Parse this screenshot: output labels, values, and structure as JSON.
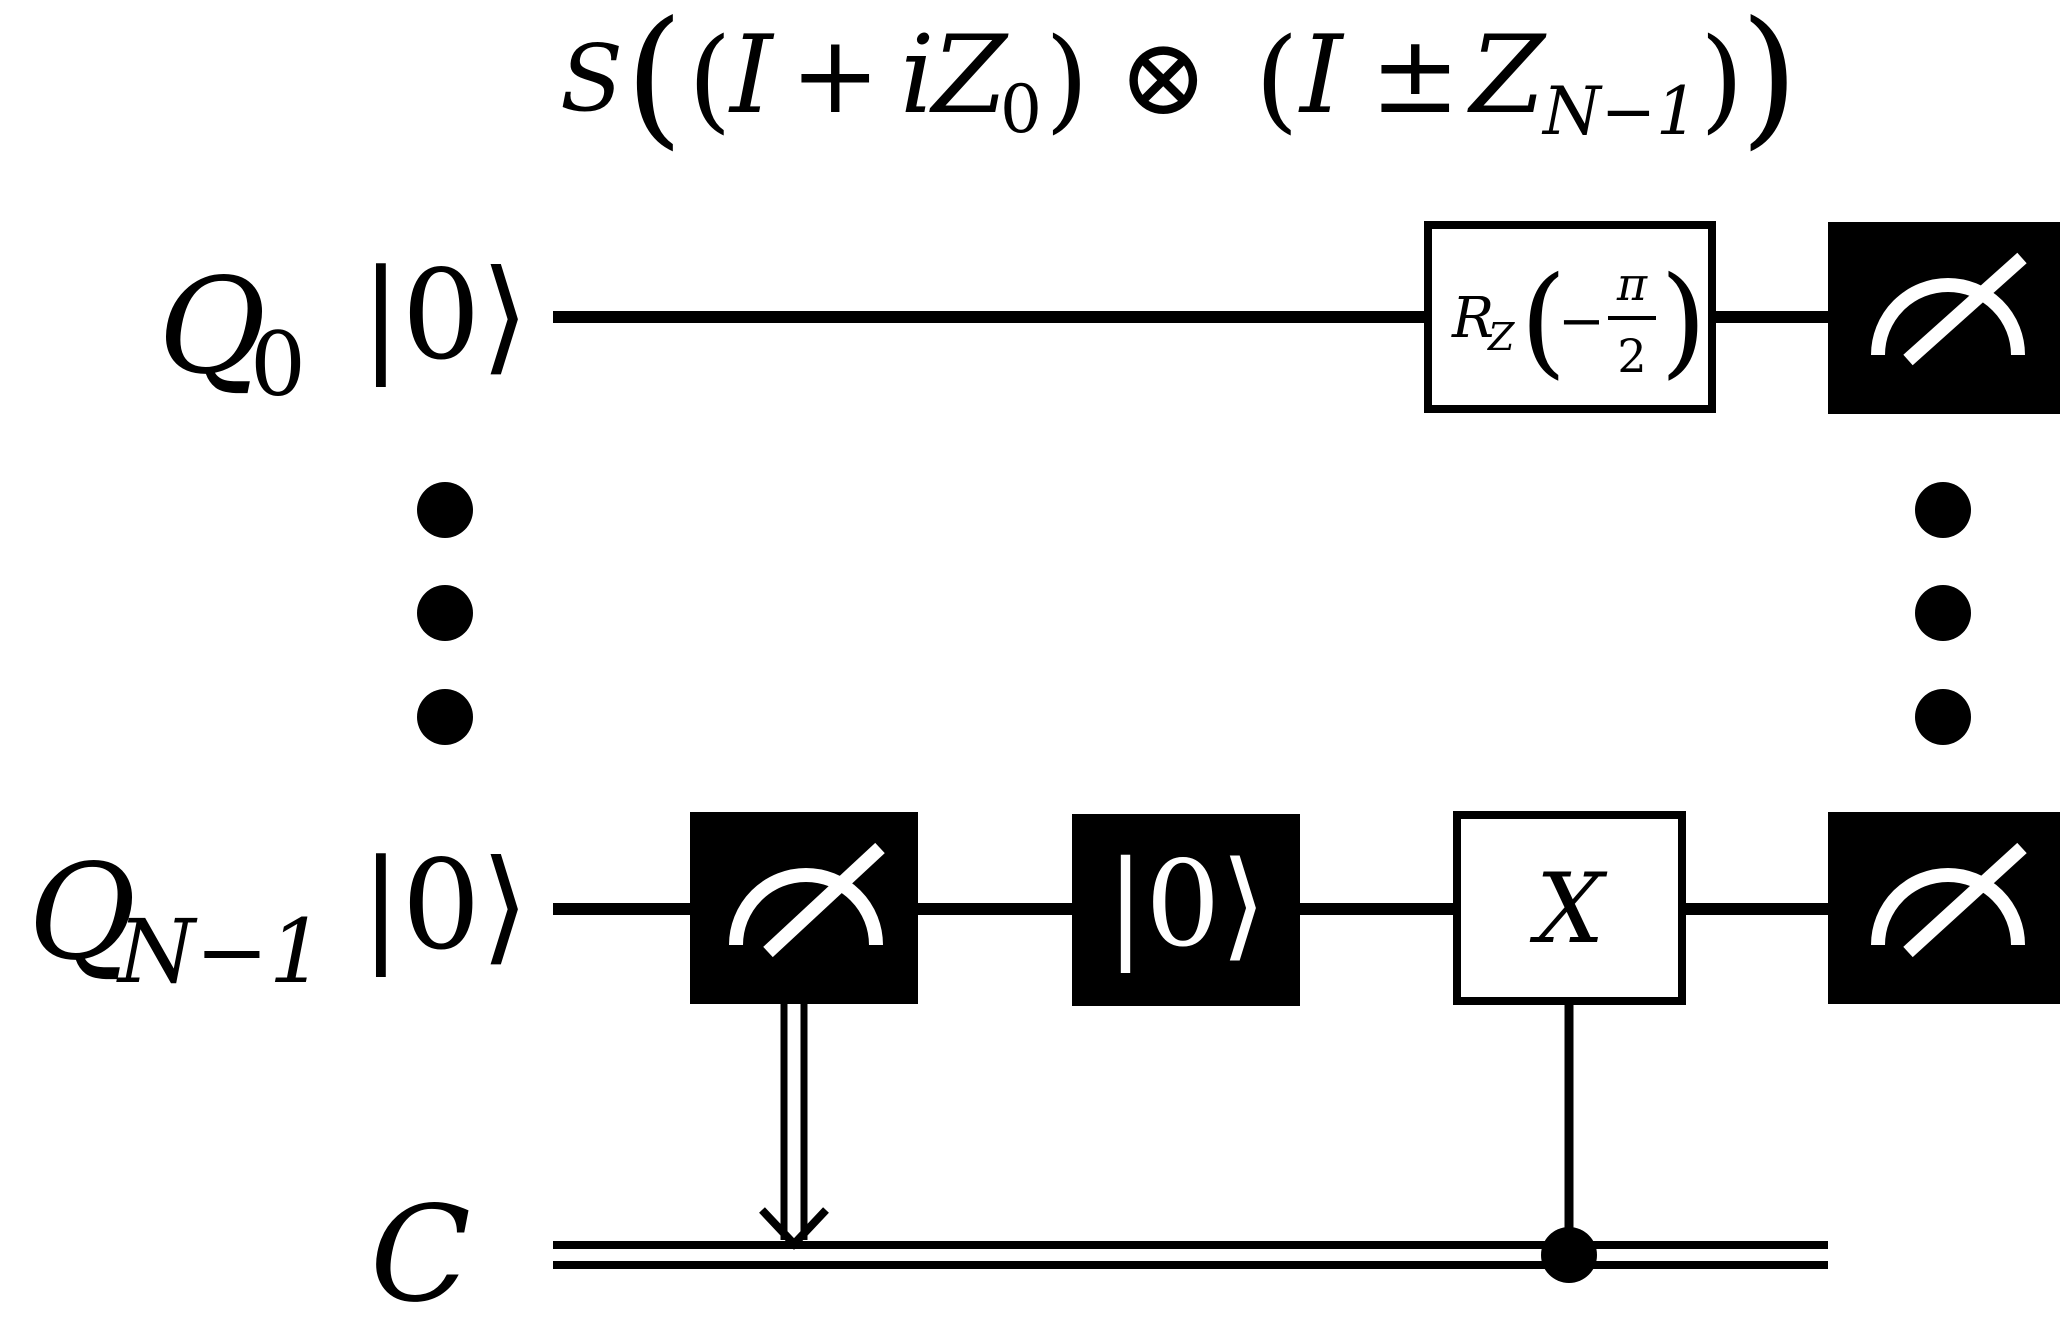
{
  "formula": {
    "s": "S",
    "open_big": "(",
    "open1": "(",
    "i_op": "I",
    "plus": "+",
    "i_imag": "i",
    "z": "Z",
    "sub0": "0",
    "close1": ")",
    "tensor": "⊗",
    "open2": "(",
    "i_op2": "I",
    "pm": "±",
    "z2": "Z",
    "sub_n1": "N−1",
    "close2": ")",
    "close_big": ")"
  },
  "qubits": [
    {
      "name": "Q",
      "sub": "0",
      "ket": "|0⟩"
    },
    {
      "name": "Q",
      "sub": "N−1",
      "ket": "|0⟩"
    }
  ],
  "classical": {
    "name": "C"
  },
  "gates": {
    "rz": {
      "r": "R",
      "sub": "Z",
      "open": "(",
      "minus": "−",
      "num": "π",
      "den": "2",
      "close": ")"
    },
    "reset": {
      "label": "|0⟩"
    },
    "x": {
      "label": "X"
    }
  },
  "icons": {
    "measure": "measurement-meter-icon",
    "ellipsis": "vertical-ellipsis-icon"
  },
  "colors": {
    "ink": "#000000",
    "paper": "#ffffff"
  }
}
